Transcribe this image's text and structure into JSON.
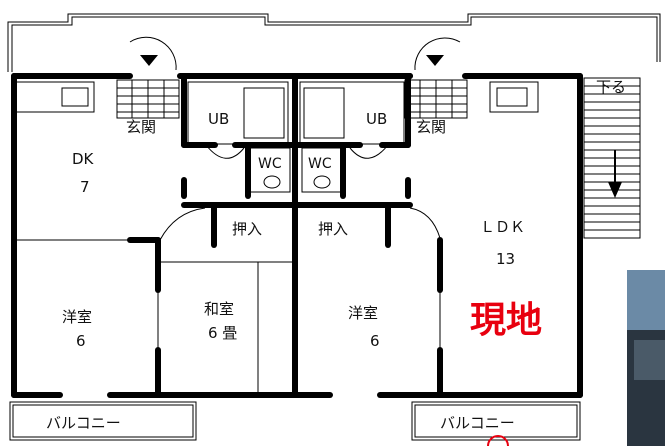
{
  "floor_plan": {
    "stairs_down_label": "下る",
    "units": {
      "left": {
        "entrance": "玄関",
        "unit_bath": "UB",
        "toilet": "WC",
        "dk_name": "DK",
        "dk_size": "7",
        "closet": "押入",
        "western_room": "洋室",
        "western_size": "6",
        "japanese_room": "和室",
        "japanese_size": "6 畳",
        "balcony": "バルコニー"
      },
      "right": {
        "entrance": "玄関",
        "unit_bath": "UB",
        "toilet": "WC",
        "ldk_name": "ＬＤＫ",
        "ldk_size": "13",
        "closet": "押入",
        "western_room": "洋室",
        "western_size": "6",
        "balcony": "バルコニー"
      }
    },
    "site_label": "現地",
    "colors": {
      "site_label": "#e8000f",
      "wall": "#000000"
    }
  }
}
